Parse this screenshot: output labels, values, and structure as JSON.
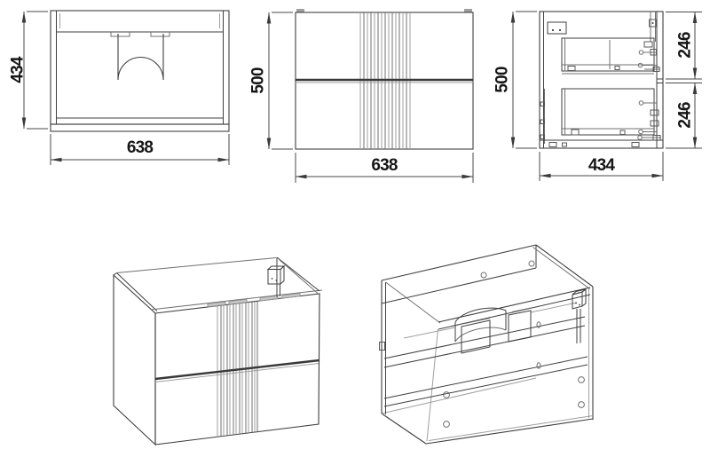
{
  "drawing": {
    "top_view": {
      "depth_label": "434",
      "width_label": "638"
    },
    "front_view": {
      "height_label": "500",
      "width_label": "638"
    },
    "side_view": {
      "height_label": "500",
      "depth_label": "434",
      "upper_drawer_label": "246",
      "lower_drawer_label": "246"
    }
  },
  "colors": {
    "background": "#ffffff",
    "main_line": "#3f3f3f",
    "light_line": "#9f9f9f",
    "dimension_line": "#4a4a4a",
    "text": "#161616"
  }
}
